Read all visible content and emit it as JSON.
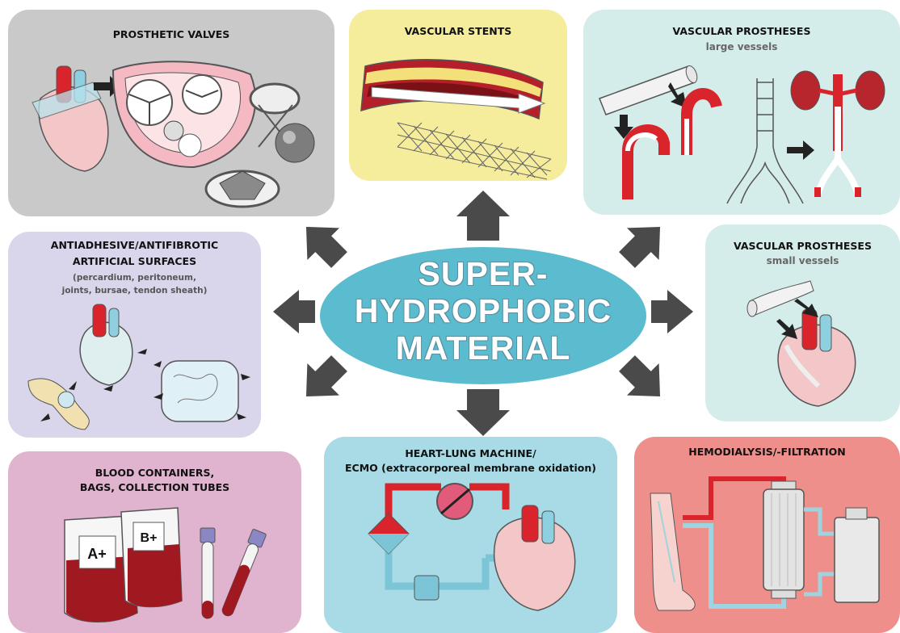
{
  "center": {
    "line1": "SUPER-",
    "line2": "HYDROPHOBIC",
    "line3": "MATERIAL",
    "color": "#5bbccf"
  },
  "panels": {
    "prosthetic_valves": {
      "title": "PROSTHETIC VALVES",
      "color": "#c9c9c9"
    },
    "vascular_stents": {
      "title": "VASCULAR STENTS",
      "color": "#f5ec9c"
    },
    "vascular_large": {
      "title": "VASCULAR PROSTHESES",
      "subtitle": "large vessels",
      "color": "#d4ecea"
    },
    "antiadhesive": {
      "title1": "ANTIADHESIVE/ANTIFIBROTIC",
      "title2": "ARTIFICIAL SURFACES",
      "note1": "(percardium, peritoneum,",
      "note2": "joints, bursae, tendon sheath)",
      "color": "#d9d6ec"
    },
    "vascular_small": {
      "title": "VASCULAR PROSTHESES",
      "subtitle": "small vessels",
      "color": "#d4ecea"
    },
    "blood_containers": {
      "title1": "BLOOD CONTAINERS,",
      "title2": "BAGS, COLLECTION TUBES",
      "bag_a": "A+",
      "bag_b": "B+",
      "color": "#e0b4cf"
    },
    "heart_lung": {
      "title1": "HEART-LUNG MACHINE/",
      "title2": "ECMO (extracorporeal membrane oxidation)",
      "color": "#a9dbe6"
    },
    "hemodialysis": {
      "title": "HEMODIALYSIS/-FILTRATION",
      "color": "#ef8f8c"
    }
  },
  "colors": {
    "arrow": "#4a4a4a",
    "blood_red": "#d8242a",
    "heart_pink": "#f3c6c8",
    "vein_blue": "#8fd0e0"
  }
}
